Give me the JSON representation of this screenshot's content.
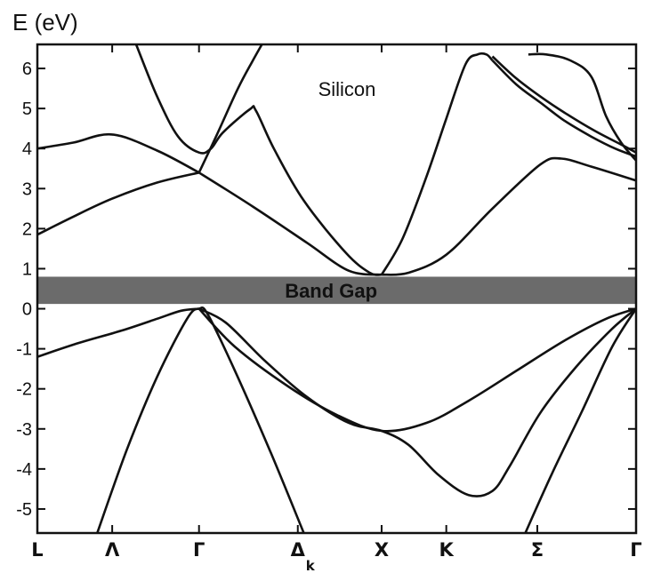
{
  "chart_data": {
    "type": "line",
    "title": "",
    "ylabel": "E (eV)",
    "xlabel": "",
    "ylim": [
      -5.6,
      6.6
    ],
    "y_ticks": [
      "6",
      "5",
      "4",
      "3",
      "2",
      "1",
      "0",
      "-1",
      "-2",
      "-3",
      "-4",
      "-5"
    ],
    "y_tick_values": [
      6,
      5,
      4,
      3,
      2,
      1,
      0,
      -1,
      -2,
      -3,
      -4,
      -5
    ],
    "k_points": [
      {
        "label": "L",
        "sub": "",
        "k": 0.0
      },
      {
        "label": "Λ",
        "sub": "",
        "k": 0.125
      },
      {
        "label": "Γ",
        "sub": "",
        "k": 0.27
      },
      {
        "label": "Δ",
        "sub": "k",
        "k": 0.435
      },
      {
        "label": "X",
        "sub": "",
        "k": 0.575
      },
      {
        "label": "K",
        "sub": "",
        "k": 0.683
      },
      {
        "label": "Σ",
        "sub": "",
        "k": 0.835
      },
      {
        "label": "Γ",
        "sub": "",
        "k": 1.0
      }
    ],
    "annotations": {
      "material": "Silicon",
      "band_gap_label": "Band Gap"
    },
    "band_gap": {
      "from": 0.12,
      "to": 0.8
    },
    "series": [
      {
        "x": [
          0,
          0.06,
          0.125,
          0.2,
          0.27
        ],
        "y": [
          4.0,
          4.15,
          4.35,
          3.95,
          3.4
        ]
      },
      {
        "x": [
          0,
          0.06,
          0.125,
          0.2,
          0.27
        ],
        "y": [
          1.85,
          2.3,
          2.75,
          3.15,
          3.4
        ]
      },
      {
        "x": [
          0.27,
          0.36,
          0.45,
          0.52,
          0.575
        ],
        "y": [
          3.4,
          2.55,
          1.65,
          0.95,
          0.85
        ]
      },
      {
        "x": [
          0.165,
          0.2,
          0.235,
          0.27,
          0.29,
          0.31,
          0.355,
          0.365,
          0.395,
          0.445,
          0.515,
          0.555,
          0.575
        ],
        "y": [
          6.6,
          5.3,
          4.3,
          3.9,
          4.0,
          4.4,
          4.98,
          4.95,
          4.0,
          2.7,
          1.4,
          0.9,
          0.85
        ]
      },
      {
        "x": [
          0.27,
          0.3,
          0.335,
          0.36,
          0.375
        ],
        "y": [
          3.4,
          4.35,
          5.5,
          6.2,
          6.6
        ]
      },
      {
        "x": [
          0.575,
          0.61,
          0.65,
          0.683,
          0.715,
          0.735,
          0.75,
          0.76
        ],
        "y": [
          0.85,
          1.75,
          3.3,
          4.75,
          6.1,
          6.35,
          6.35,
          6.2
        ]
      },
      {
        "x": [
          0.575,
          0.62,
          0.683,
          0.76,
          0.84,
          0.875,
          0.925,
          1.0
        ],
        "y": [
          0.85,
          0.9,
          1.35,
          2.5,
          3.6,
          3.75,
          3.55,
          3.2
        ]
      },
      {
        "x": [
          0.76,
          0.8,
          0.84,
          0.88,
          0.925,
          0.965,
          1.0
        ],
        "y": [
          6.2,
          5.6,
          5.15,
          4.7,
          4.3,
          4.0,
          3.8
        ]
      },
      {
        "x": [
          0.76,
          0.8,
          0.84,
          0.88,
          0.93,
          0.975,
          1.0
        ],
        "y": [
          6.3,
          5.75,
          5.3,
          4.9,
          4.45,
          4.1,
          3.9
        ]
      },
      {
        "x": [
          0.82,
          0.85,
          0.89,
          0.925,
          0.95,
          0.975,
          1.0
        ],
        "y": [
          6.35,
          6.35,
          6.2,
          5.8,
          4.8,
          4.15,
          3.7
        ]
      },
      {
        "x": [
          0,
          0.07,
          0.14,
          0.2,
          0.24,
          0.27
        ],
        "y": [
          -1.2,
          -0.85,
          -0.55,
          -0.25,
          -0.05,
          0.0
        ]
      },
      {
        "x": [
          0.27,
          0.33,
          0.42,
          0.5,
          0.575,
          0.65,
          0.72,
          0.8,
          0.88,
          0.95,
          1.0
        ],
        "y": [
          0.0,
          -0.95,
          -1.95,
          -2.65,
          -3.05,
          -2.85,
          -2.3,
          -1.55,
          -0.8,
          -0.25,
          0.0
        ]
      },
      {
        "x": [
          0.27,
          0.315,
          0.38,
          0.45,
          0.52,
          0.575,
          0.62,
          0.67,
          0.72,
          0.76,
          0.79,
          0.84,
          0.9,
          0.96,
          1.0
        ],
        "y": [
          0.0,
          -0.35,
          -1.3,
          -2.2,
          -2.85,
          -3.05,
          -3.4,
          -4.15,
          -4.65,
          -4.55,
          -3.9,
          -2.6,
          -1.45,
          -0.5,
          0.0
        ]
      },
      {
        "x": [
          0.1,
          0.15,
          0.2,
          0.25,
          0.27,
          0.285,
          0.33,
          0.39,
          0.445
        ],
        "y": [
          -5.6,
          -3.5,
          -1.7,
          -0.25,
          0.0,
          -0.15,
          -1.55,
          -3.6,
          -5.6
        ]
      },
      {
        "x": [
          0.815,
          0.86,
          0.91,
          0.96,
          1.0
        ],
        "y": [
          -5.6,
          -4.1,
          -2.55,
          -0.95,
          0.0
        ]
      }
    ]
  }
}
